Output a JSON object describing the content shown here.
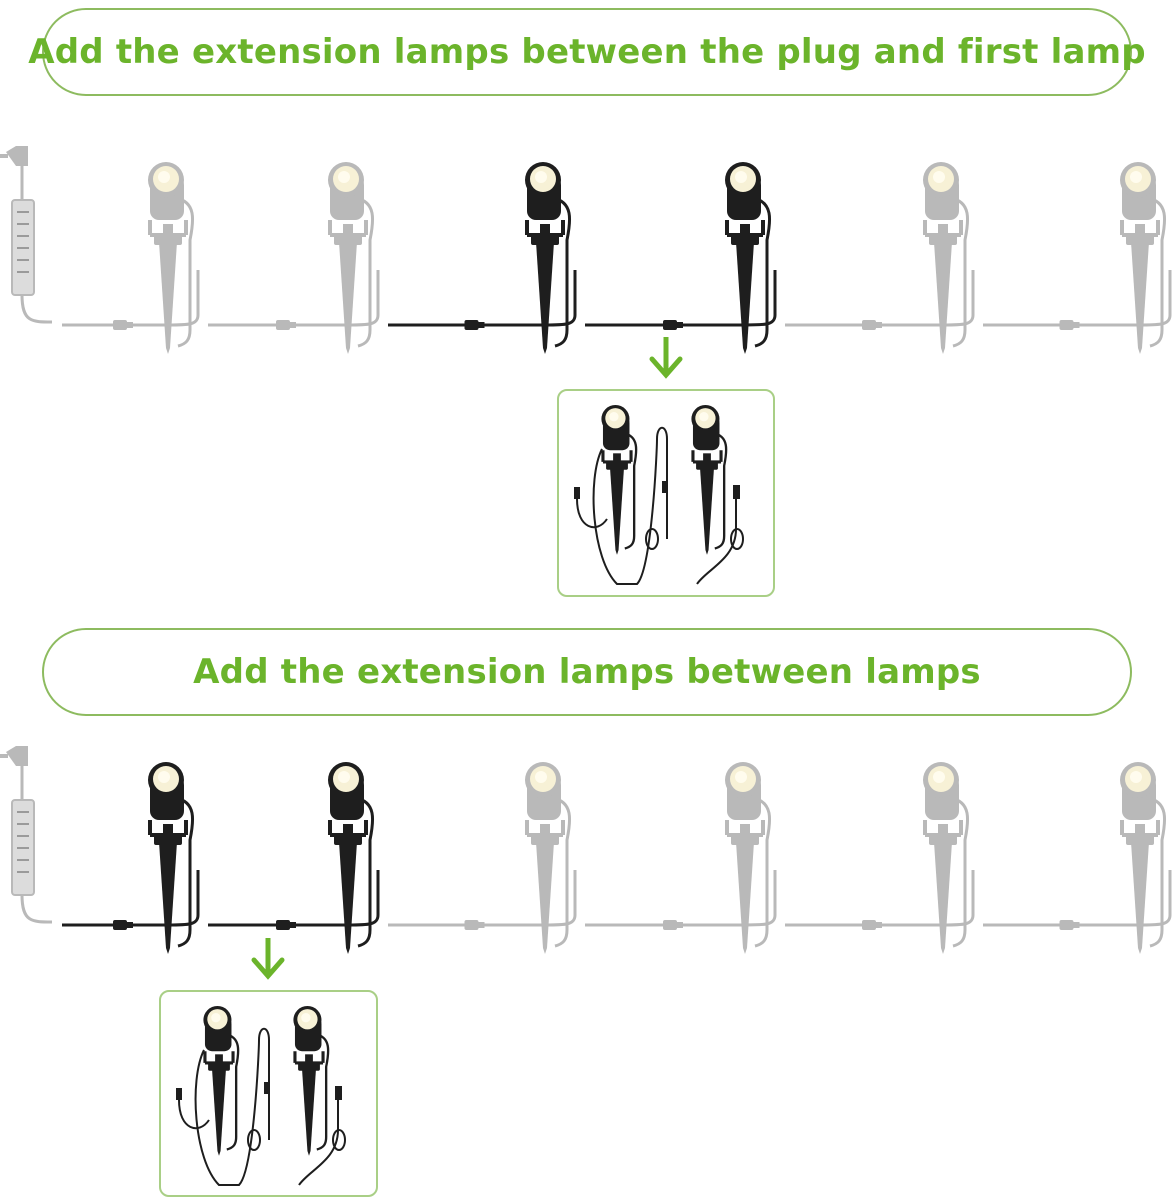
{
  "banners": {
    "top": "Add the extension lamps between the plug and first lamp",
    "bottom": "Add the extension lamps between lamps"
  },
  "colors": {
    "accent_green": "#6bb42b",
    "banner_border": "#8dbb5f",
    "lamp_dark": "#1e1e1e",
    "lamp_faded": "#b9b9b9",
    "lamp_glow": "#f7f1d6"
  },
  "rows": [
    {
      "lamps": [
        "faded",
        "faded",
        "highlighted",
        "highlighted",
        "faded",
        "faded"
      ],
      "highlighted_lamp_indices": [
        2,
        3
      ]
    },
    {
      "lamps": [
        "highlighted",
        "highlighted",
        "faded",
        "faded",
        "faded",
        "faded"
      ],
      "highlighted_lamp_indices": [
        0,
        1
      ]
    }
  ],
  "icons": [
    "plug-icon",
    "power-adapter-icon",
    "arrow-down-icon",
    "spotlight-icon"
  ]
}
